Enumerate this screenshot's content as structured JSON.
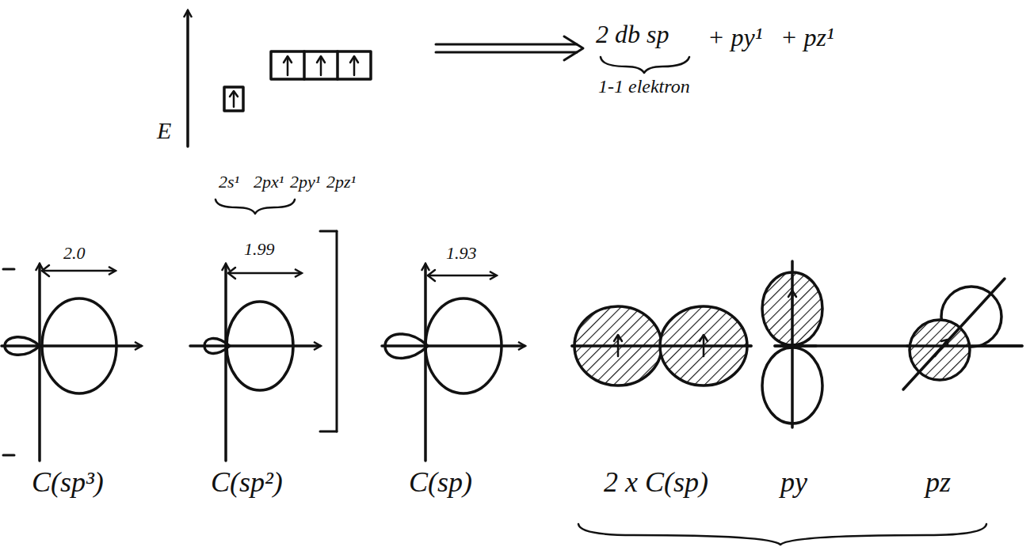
{
  "diagram": {
    "labels": [
      "E",
      "2s¹",
      "2px¹",
      "2py¹",
      "2pz¹",
      "2 db sp",
      "+ py¹",
      "+ pz¹",
      "1-1 elektron",
      "2.0",
      "1.99",
      "1.93",
      "C(sp³)",
      "C(sp²)",
      "C(sp)",
      "2 x C(sp)",
      "py",
      "pz"
    ]
  }
}
